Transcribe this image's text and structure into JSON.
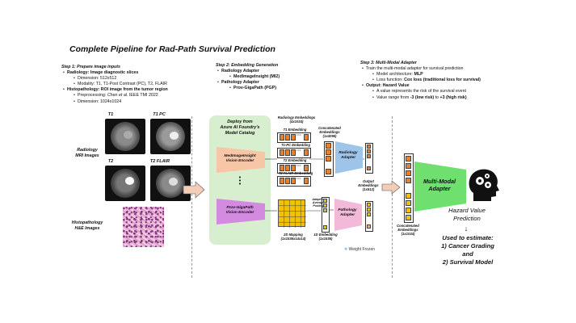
{
  "title": "Complete Pipeline for Rad-Path Survival Prediction",
  "step1": {
    "heading": "Step 1: Prepare image inputs",
    "radiology_label": "Radiology:",
    "radiology_text": "Image diagnostic slices",
    "dim": "Dimension: 512x512",
    "modality": "Modality: T1, T1-Post Contrast (PC), T2, FLAIR",
    "histo_label": "Histopathology:",
    "histo_text": "ROI image from the tumor region",
    "preproc_prefix": "Preprocessing: ",
    "preproc_italic": "Chen et al.",
    "preproc_suffix": " IEEE TMI 2022",
    "histo_dim": "Dimension: 1024x1024"
  },
  "step2": {
    "heading": "Step 2: Embedding Generation",
    "rad_adapter": "Radiology Adapter",
    "rad_model": "MedImageInsight (MI2)",
    "path_adapter": "Pathology Adapter",
    "path_model": "Prov-GigaPath (PGP)"
  },
  "step3": {
    "heading": "Step 3: Multi-Modal Adapter",
    "train": "Train the multi-modal adaptor for survival prediction",
    "arch_prefix": "Model architecture: ",
    "arch": "MLP",
    "loss_prefix": "Loss function: ",
    "loss": "Cox loss (traditional loss for survival)",
    "output": "Output: Hazard Value",
    "risk": "A value represents the risk of the survival event",
    "range_prefix": "Value range from ",
    "range_low": "-3 (low risk)",
    "range_mid": " to ",
    "range_high": "+3 (high risk)"
  },
  "left": {
    "radiology_images": "Radiology\nMRI Images",
    "histo_images": "Histopathology\nH&E Images",
    "t1": "T1",
    "t1pc": "T1 PC",
    "t2": "T2",
    "t2flair": "T2 FLAIR"
  },
  "catalog": {
    "title": "Deploy from\nAzure AI Foundry's\nModel Catalog",
    "mi_encoder": "MedImageInsight\nVision Encoder",
    "dots": "•\n•\n•",
    "pgp_encoder": "Prov-GigaPath\nVision Encoder"
  },
  "embeddings": {
    "rad_emb": "Radiology Embeddings\n(4x1024)",
    "t1_emb": "T1 Embedding",
    "t1pc_emb": "T1-PC Embedding",
    "t2_emb": "T2 Embedding",
    "t2flair_emb": "T2 FLAIR Embedding",
    "concat": "Concatenated\nEmbeddings\n(1x4096)",
    "rad_adapter": "Radiology\nAdapter",
    "output_emb": "Output\nEmbeddings\n(1x512)",
    "pooling": "Adaptive\nAverage\nPooling",
    "mapping": "2D Mapping\n(1x1536x14x14)",
    "emb1d": "1D Embedding\n(1x1536)",
    "path_adapter": "Pathology\nAdapter",
    "weight_frozen": "Weight Frozen"
  },
  "right": {
    "mm_adapter": "Multi-Modal\nAdapter",
    "concat2": "Concatenated\nEmbeddings\n(1x1024)",
    "hazard": "Hazard Value\nPrediction",
    "arrow": "↓",
    "used": "Used to estimate:\n1) Cancer Grading\nand\n2) Survival Model"
  },
  "colors": {
    "green_panel": "#d8efcf",
    "orange": "#e8812d",
    "salmon": "#f6c6a6",
    "purple": "#d38be0",
    "blue_adapter": "#9ec4ea",
    "pink": "#f3b9d9",
    "yellow": "#f2c200",
    "mm_green": "#6fe06f"
  }
}
